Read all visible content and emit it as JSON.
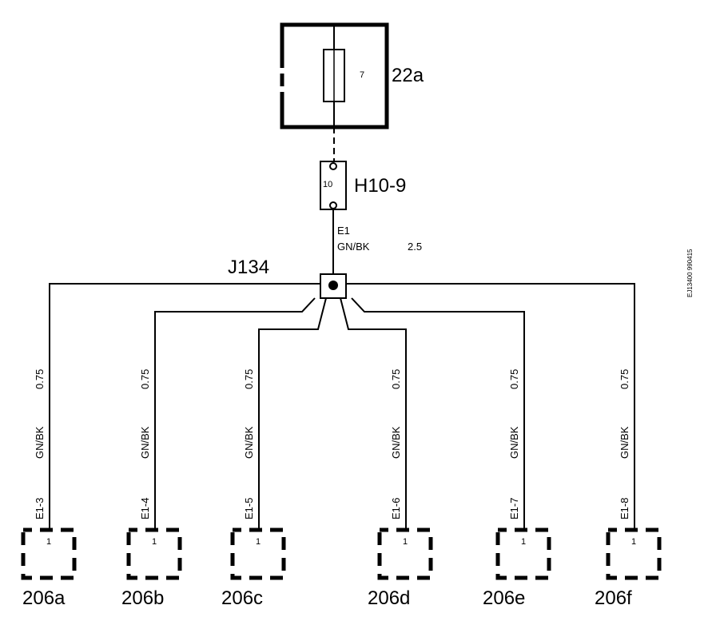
{
  "fuse_box": {
    "label": "22a",
    "fuse_number": "7"
  },
  "connector_h": {
    "label": "H10-9",
    "pin": "10"
  },
  "main_wire": {
    "circuit": "E1",
    "color": "GN/BK",
    "size": "2.5"
  },
  "junction": {
    "label": "J134"
  },
  "branches": [
    {
      "label": "206a",
      "pin": "1",
      "circuit": "E1-3",
      "color": "GN/BK",
      "size": "0.75"
    },
    {
      "label": "206b",
      "pin": "1",
      "circuit": "E1-4",
      "color": "GN/BK",
      "size": "0.75"
    },
    {
      "label": "206c",
      "pin": "1",
      "circuit": "E1-5",
      "color": "GN/BK",
      "size": "0.75"
    },
    {
      "label": "206d",
      "pin": "1",
      "circuit": "E1-6",
      "color": "GN/BK",
      "size": "0.75"
    },
    {
      "label": "206e",
      "pin": "1",
      "circuit": "E1-7",
      "color": "GN/BK",
      "size": "0.75"
    },
    {
      "label": "206f",
      "pin": "1",
      "circuit": "E1-8",
      "color": "GN/BK",
      "size": "0.75"
    }
  ],
  "side_code": "EJ13400 990415"
}
